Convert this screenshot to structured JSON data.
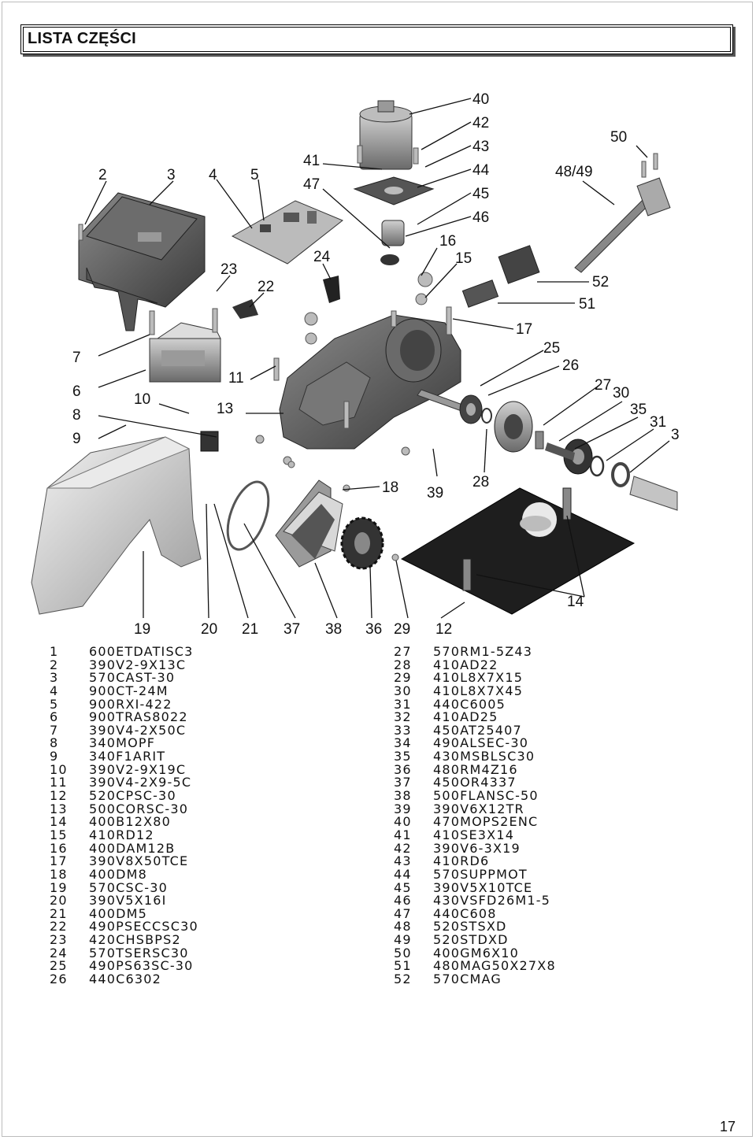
{
  "title": "LISTA CZĘŚCI",
  "page_number": "17",
  "callouts": [
    "2",
    "3",
    "4",
    "5",
    "23",
    "22",
    "24",
    "41",
    "47",
    "40",
    "42",
    "43",
    "44",
    "45",
    "46",
    "16",
    "15",
    "50",
    "48/49",
    "52",
    "51",
    "17",
    "25",
    "26",
    "27",
    "30",
    "35",
    "31",
    "3",
    "7",
    "6",
    "10",
    "8",
    "9",
    "11",
    "13",
    "18",
    "39",
    "28",
    "14",
    "19",
    "20",
    "21",
    "37",
    "38",
    "36",
    "29",
    "12"
  ],
  "parts_left": [
    {
      "n": "1",
      "code": "600ETDATISC3"
    },
    {
      "n": "2",
      "code": "390V2-9X13C"
    },
    {
      "n": "3",
      "code": "570CAST-30"
    },
    {
      "n": "4",
      "code": "900CT-24M"
    },
    {
      "n": "5",
      "code": "900RXI-422"
    },
    {
      "n": "6",
      "code": "900TRAS8022"
    },
    {
      "n": "7",
      "code": "390V4-2X50C"
    },
    {
      "n": "8",
      "code": "340MOPF"
    },
    {
      "n": "9",
      "code": "340F1ARIT"
    },
    {
      "n": "10",
      "code": "390V2-9X19C"
    },
    {
      "n": "11",
      "code": "390V4-2X9-5C"
    },
    {
      "n": "12",
      "code": "520CPSC-30"
    },
    {
      "n": "13",
      "code": "500CORSC-30"
    },
    {
      "n": "14",
      "code": "400B12X80"
    },
    {
      "n": "15",
      "code": "410RD12"
    },
    {
      "n": "16",
      "code": "400DAM12B"
    },
    {
      "n": "17",
      "code": "390V8X50TCE"
    },
    {
      "n": "18",
      "code": "400DM8"
    },
    {
      "n": "19",
      "code": "570CSC-30"
    },
    {
      "n": "20",
      "code": "390V5X16I"
    },
    {
      "n": "21",
      "code": "400DM5"
    },
    {
      "n": "22",
      "code": "490PSECCSC30"
    },
    {
      "n": "23",
      "code": "420CHSBPS2"
    },
    {
      "n": "24",
      "code": "570TSERSC30"
    },
    {
      "n": "25",
      "code": "490PS63SC-30"
    },
    {
      "n": "26",
      "code": "440C6302"
    }
  ],
  "parts_right": [
    {
      "n": "27",
      "code": "570RM1-5Z43"
    },
    {
      "n": "28",
      "code": "410AD22"
    },
    {
      "n": "29",
      "code": "410L8X7X15"
    },
    {
      "n": "30",
      "code": "410L8X7X45"
    },
    {
      "n": "31",
      "code": "440C6005"
    },
    {
      "n": "32",
      "code": "410AD25"
    },
    {
      "n": "33",
      "code": "450AT25407"
    },
    {
      "n": "34",
      "code": "490ALSEC-30"
    },
    {
      "n": "35",
      "code": "430MSBLSC30"
    },
    {
      "n": "36",
      "code": "480RM4Z16"
    },
    {
      "n": "37",
      "code": "450OR4337"
    },
    {
      "n": "38",
      "code": "500FLANSC-50"
    },
    {
      "n": "39",
      "code": "390V6X12TR"
    },
    {
      "n": "40",
      "code": "470MOPS2ENC"
    },
    {
      "n": "41",
      "code": "410SE3X14"
    },
    {
      "n": "42",
      "code": "390V6-3X19"
    },
    {
      "n": "43",
      "code": "410RD6"
    },
    {
      "n": "44",
      "code": "570SUPPMOT"
    },
    {
      "n": "45",
      "code": "390V5X10TCE"
    },
    {
      "n": "46",
      "code": "430VSFD26M1-5"
    },
    {
      "n": "47",
      "code": "440C608"
    },
    {
      "n": "48",
      "code": "520STSXD"
    },
    {
      "n": "49",
      "code": "520STDXD"
    },
    {
      "n": "50",
      "code": "400GM6X10"
    },
    {
      "n": "51",
      "code": "480MAG50X27X8"
    },
    {
      "n": "52",
      "code": "570CMAG"
    }
  ]
}
